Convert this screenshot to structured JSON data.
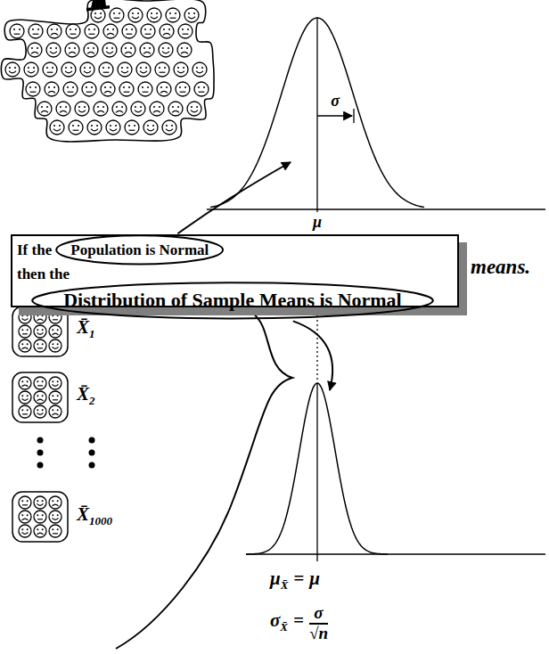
{
  "diagram": {
    "nodes": [
      {
        "text": [
          "If the",
          "then the"
        ]
      },
      {
        "text": [
          "Population is Normal"
        ],
        "in": 0
      },
      {
        "text": [
          "Distribution of Sample Means is Normal"
        ],
        "in": 0
      }
    ],
    "labels": [
      "σ",
      "μ",
      "means.",
      "X̄",
      "1",
      "X̄",
      "2",
      "X̄",
      "1000",
      "μ",
      "X̄",
      "=",
      "μ",
      "σ",
      "X̄",
      "=",
      "σ",
      "√n"
    ]
  }
}
